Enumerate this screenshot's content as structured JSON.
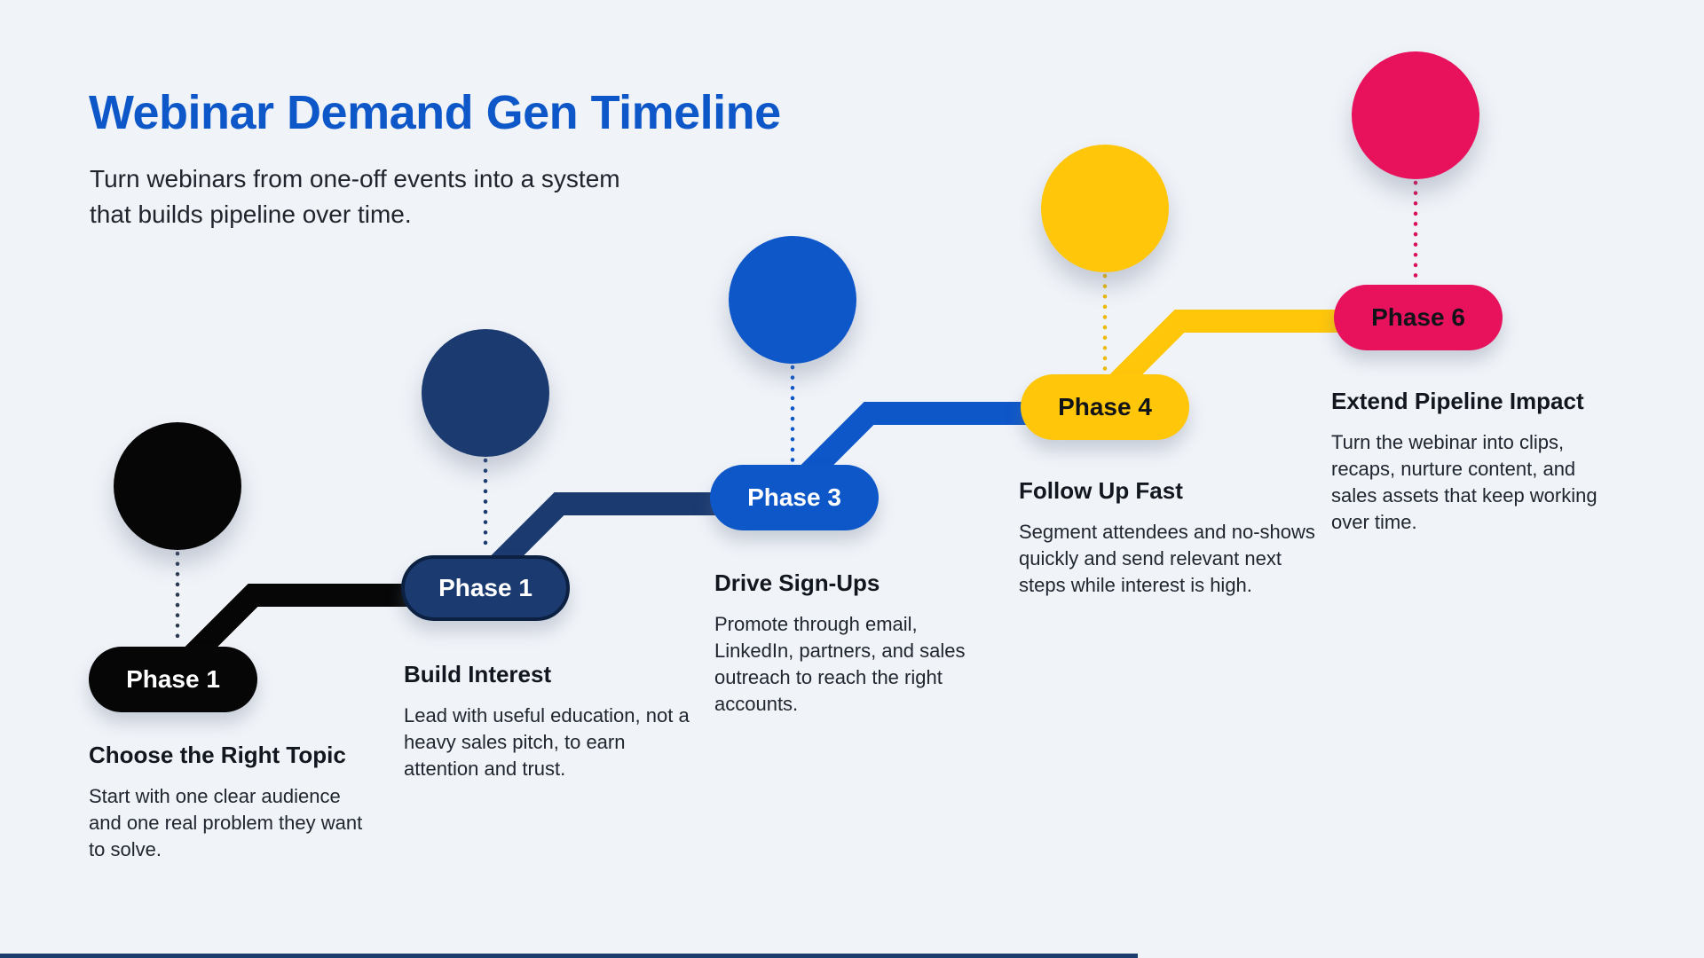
{
  "header": {
    "title": "Webinar Demand Gen Timeline",
    "subtitle_line1": "Turn webinars from one-off events into a system",
    "subtitle_line2": "that builds pipeline over time."
  },
  "phases": [
    {
      "pill_label": "Phase 1",
      "heading": "Choose the Right Topic",
      "description": "Start with one clear audience and one real problem they want to solve.",
      "color": "#060606",
      "pill_text_color": "#FFFFFF"
    },
    {
      "pill_label": "Phase 1",
      "heading": "Build Interest",
      "description": "Lead with useful education, not a heavy sales pitch, to earn attention and trust.",
      "color": "#1B3A70",
      "pill_border_color": "#0C2142",
      "pill_text_color": "#FFFFFF"
    },
    {
      "pill_label": "Phase 3",
      "heading": "Drive Sign-Ups",
      "description": "Promote through email, LinkedIn, partners, and sales outreach to reach the right accounts.",
      "color": "#0E57C9",
      "pill_text_color": "#FFFFFF"
    },
    {
      "pill_label": "Phase 4",
      "heading": "Follow Up Fast",
      "description": "Segment attendees and no-shows quickly and send relevant next steps while interest is high.",
      "color": "#FFC60A",
      "pill_text_color": "#101317"
    },
    {
      "pill_label": "Phase 6",
      "heading": "Extend Pipeline Impact",
      "description": "Turn the webinar into clips, recaps, nurture content, and sales assets that keep working over time.",
      "color": "#E8125C",
      "pill_text_color": "#101317"
    }
  ],
  "colors": {
    "background": "#F0F3F8",
    "title_blue": "#0D57C9",
    "body_text": "#20262F",
    "heading_text": "#12171F",
    "bottom_bar": "#1C3C6E"
  }
}
